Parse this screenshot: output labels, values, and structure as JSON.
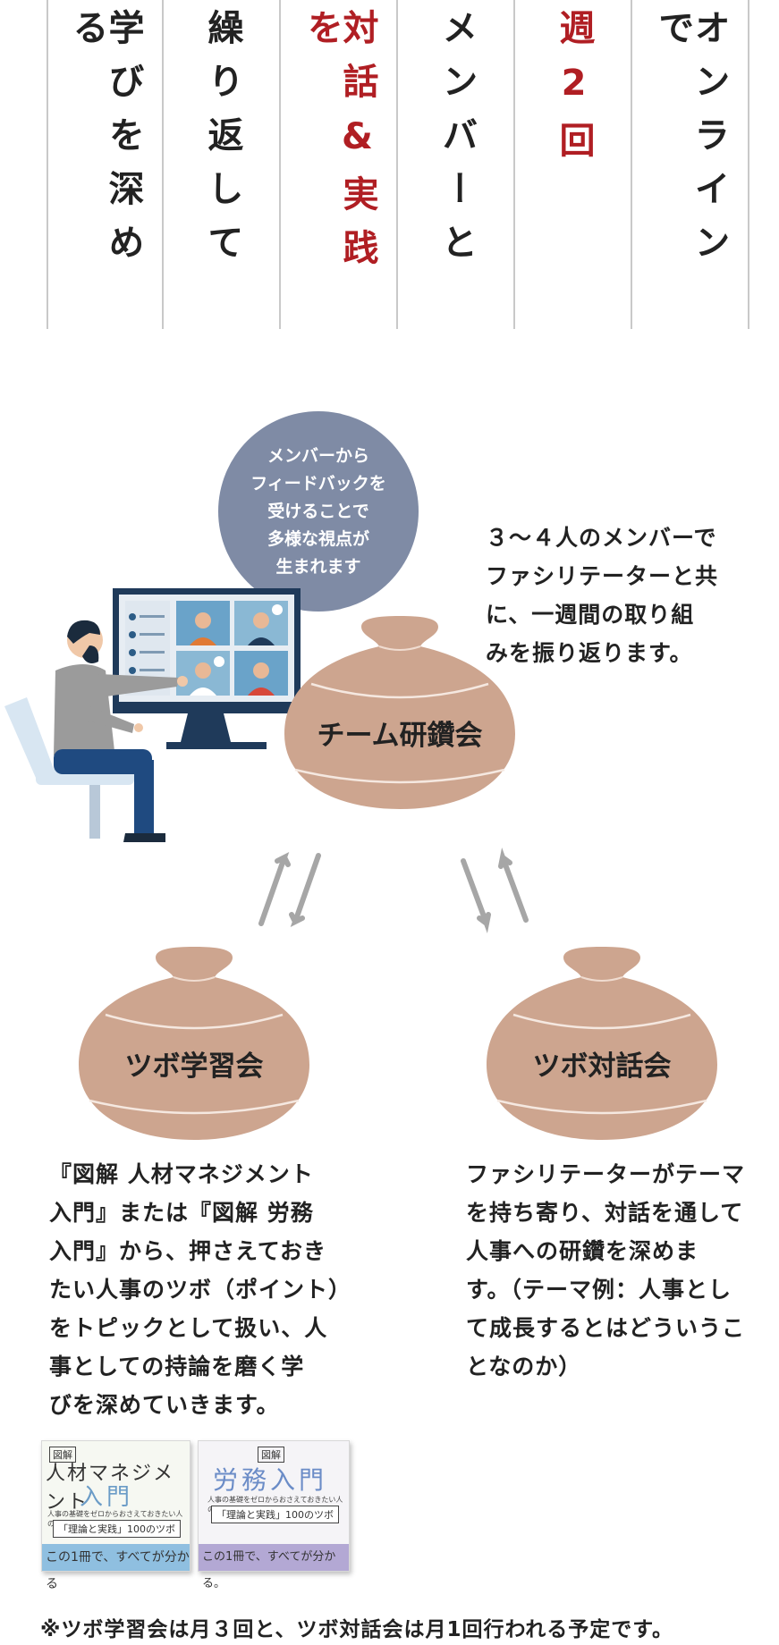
{
  "heading": {
    "columns": [
      {
        "text": "オンラインで",
        "color": "dark"
      },
      {
        "text": "週2回",
        "color": "red"
      },
      {
        "text": "メンバーと",
        "color": "dark"
      },
      {
        "text": "対話&実践を",
        "color": "red"
      },
      {
        "text": "繰り返して",
        "color": "dark"
      },
      {
        "text": "学びを深める",
        "color": "dark"
      }
    ]
  },
  "bubble": {
    "text": "メンバーから\nフィードバックを\n受けることで\n多様な視点が\n生まれます"
  },
  "team": {
    "label": "チーム研鑽会",
    "description": "３〜４人のメンバーで\nファシリテーターと共\nに、一週間の取り組\nみを振り返ります。"
  },
  "study": {
    "label": "ツボ学習会",
    "description": "『図解 人材マネジメント\n入門』または『図解 労務\n入門』から、押さえておき\nたい人事のツボ（ポイント）\nをトピックとして扱い、人\n事としての持論を磨く学\nびを深めていきます。"
  },
  "dialogue": {
    "label": "ツボ対話会",
    "description": "ファシリテーターがテーマ\nを持ち寄り、対話を通して\n人事への研鑽を深めま\nす。（テーマ例：人事とし\nて成長するとはどういうこ\nとなのか）"
  },
  "books": [
    {
      "small": "図解",
      "title": "人材マネジメント",
      "title2": "入門",
      "sub": "人事の基礎をゼロからおさえておきたい人のための",
      "slogan": "「理論と実践」100のツボ",
      "foot": "この1冊で、すべてが分かる"
    },
    {
      "small": "図解",
      "title": "労務入門",
      "sub": "人事の基礎をゼロからおさえておきたい人のための",
      "slogan": "「理論と実践」100のツボ",
      "foot": "この1冊で、すべてが分かる。"
    }
  ],
  "note": "※ツボ学習会は月３回と、ツボ対話会は月1回行われる予定です。",
  "colors": {
    "accent_red": "#b01e23",
    "pot": "#cda58f",
    "bubble": "#7f8ba5",
    "arrow": "#a6a6a6"
  },
  "icons": [
    "video-conference-person-illustration",
    "pot-icon",
    "cycle-arrow-icon"
  ]
}
